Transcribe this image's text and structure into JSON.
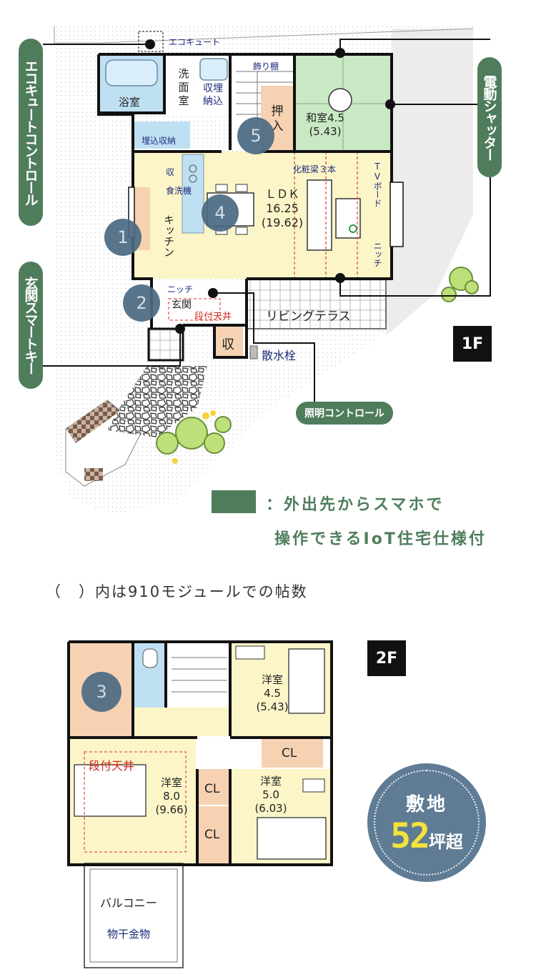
{
  "callouts": {
    "ecocute_control": "エコキュートコントロール",
    "electric_shutter": "電動シャッター",
    "entrance_smartkey": "玄関スマートキー",
    "lighting_control": "照明コントロール"
  },
  "floor1": {
    "flag": "1F",
    "ecocute": "エコキュート",
    "bath": "浴室",
    "washroom": "洗\n面室",
    "storage_builtin": "収埋\n納込",
    "shelf": "飾り棚",
    "washitsu": "和室4.5\n(5.43)",
    "oshiire": "押\n入",
    "builtin_storage": "埋込収納",
    "storage_mark": "収",
    "dishwasher": "食洗機",
    "ldk": "ＬＤＫ\n16.25\n(19.62)",
    "beam": "化粧梁３本",
    "tv_board": "TVボード",
    "niche_right": "ニッチ",
    "kitchen": "キッチン",
    "niche_entry": "ニッチ",
    "genkan": "玄関",
    "stepped_ceiling": "段付天井",
    "storage_entry": "収",
    "living_terrace": "リビングテラス",
    "sprinkler": "散水栓",
    "markers": [
      "1",
      "2",
      "4",
      "5"
    ]
  },
  "legend": {
    "color": "#4f7d5c",
    "line1": "：外出先からスマホで",
    "line2": "操作できるIoT住宅仕様付"
  },
  "note": "（　）内は910モジュールでの帖数",
  "floor2": {
    "flag": "2F",
    "marker": "3",
    "youshitsu_a": "洋室\n4.5\n(5.43)",
    "cl_a": "CL",
    "stepped_ceiling": "段付天井",
    "master": "洋室\n8.0\n(9.66)",
    "cl_b": "CL",
    "youshitsu_b": "洋室\n5.0\n(6.03)",
    "cl_c": "CL",
    "balcony": "バルコニー",
    "drying_hardware": "物干金物"
  },
  "badge": {
    "line1": "敷地",
    "number": "52",
    "suffix": "坪超"
  },
  "colors": {
    "pill": "#4f7d5c",
    "bath": "#bfe0f3",
    "washitsu": "#c9e8c4",
    "ldk": "#fbf5c8",
    "closet": "#f6d2b3",
    "badge": "#5f7c94",
    "marker": "#4c6a82"
  }
}
